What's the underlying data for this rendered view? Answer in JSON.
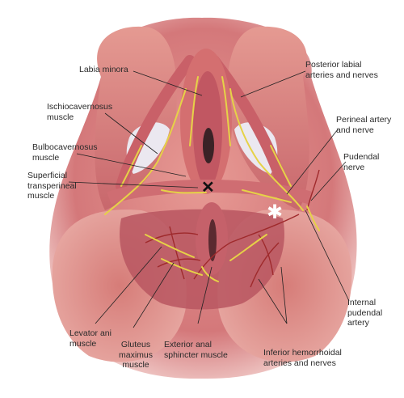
{
  "labels": {
    "labia_minora": "Labia minora",
    "posterior_labial": "Posterior labial\narteries and nerves",
    "ischiocavernosus": "Ischiocavernosus\nmuscle",
    "perineal_artery": "Perineal artery\nand nerve",
    "bulbocavernosus": "Bulbocavernosus\nmuscle",
    "pudendal_nerve": "Pudendal\nnerve",
    "superficial_transperineal": "Superficial\ntransperineal\nmuscle",
    "internal_pudendal": "Internal\npudendal\nartery",
    "levator_ani": "Levator ani\nmuscle",
    "gluteus_maximus": "Gluteus\nmaximus\nmuscle",
    "exterior_anal": "Exterior anal\nsphincter muscle",
    "inferior_hemorrhoidal": "Inferior hemorrhoidal\narteries and nerves"
  },
  "markers": {
    "cross": "✕",
    "asterisk": "✱"
  },
  "colors": {
    "muscle": "#d9837f",
    "muscle_dark": "#b3525a",
    "skin": "#f0c4c0",
    "nerve": "#e8d84a",
    "artery": "#a32a2a",
    "fat": "#e8e6ee"
  }
}
